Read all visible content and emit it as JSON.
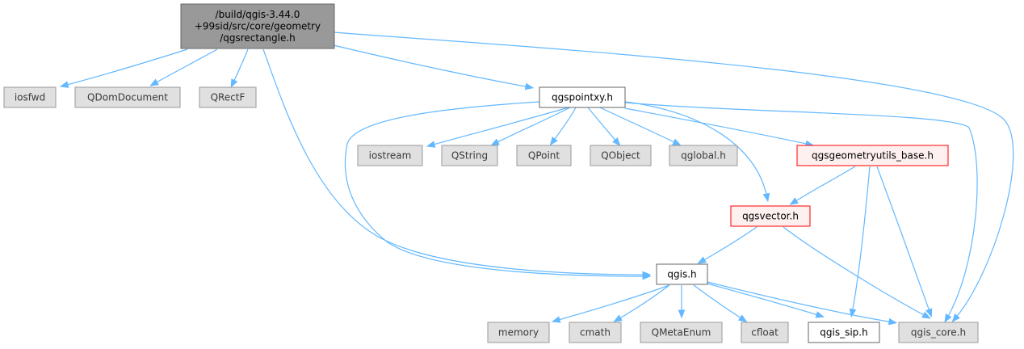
{
  "colors": {
    "edge": "#63b8ff",
    "root_fill": "#999999",
    "root_border": "#666666",
    "external_fill": "#e0e0e0",
    "external_border": "#999999",
    "local_fill": "#ffffff",
    "local_border": "#666666",
    "incomplete_fill": "#fff0f0",
    "incomplete_border": "#ff0000"
  },
  "nodes": {
    "root": {
      "lines": [
        "/build/qgis-3.44.0",
        "+99sid/src/core/geometry",
        "/qgsrectangle.h"
      ],
      "kind": "root"
    },
    "iosfwd": {
      "lines": [
        "iosfwd"
      ],
      "kind": "external"
    },
    "qdomdocument": {
      "lines": [
        "QDomDocument"
      ],
      "kind": "external"
    },
    "qrectf": {
      "lines": [
        "QRectF"
      ],
      "kind": "external"
    },
    "qgspointxy": {
      "lines": [
        "qgspointxy.h"
      ],
      "kind": "local"
    },
    "iostream": {
      "lines": [
        "iostream"
      ],
      "kind": "external"
    },
    "qstring": {
      "lines": [
        "QString"
      ],
      "kind": "external"
    },
    "qpoint": {
      "lines": [
        "QPoint"
      ],
      "kind": "external"
    },
    "qobject": {
      "lines": [
        "QObject"
      ],
      "kind": "external"
    },
    "qglobal": {
      "lines": [
        "qglobal.h"
      ],
      "kind": "external"
    },
    "qgsgeometryutils_base": {
      "lines": [
        "qgsgeometryutils_base.h"
      ],
      "kind": "incomplete"
    },
    "qgsvector": {
      "lines": [
        "qgsvector.h"
      ],
      "kind": "incomplete"
    },
    "qgis": {
      "lines": [
        "qgis.h"
      ],
      "kind": "local"
    },
    "memory": {
      "lines": [
        "memory"
      ],
      "kind": "external"
    },
    "cmath": {
      "lines": [
        "cmath"
      ],
      "kind": "external"
    },
    "qmetaenum": {
      "lines": [
        "QMetaEnum"
      ],
      "kind": "external"
    },
    "cfloat": {
      "lines": [
        "cfloat"
      ],
      "kind": "external"
    },
    "qgis_sip": {
      "lines": [
        "qgis_sip.h"
      ],
      "kind": "local"
    },
    "qgis_core": {
      "lines": [
        "qgis_core.h"
      ],
      "kind": "external"
    }
  },
  "edges": [
    {
      "from": "root",
      "to": "iosfwd"
    },
    {
      "from": "root",
      "to": "qdomdocument"
    },
    {
      "from": "root",
      "to": "qrectf"
    },
    {
      "from": "root",
      "to": "qgspointxy"
    },
    {
      "from": "root",
      "to": "qgis"
    },
    {
      "from": "root",
      "to": "qgis_core"
    },
    {
      "from": "qgspointxy",
      "to": "iostream"
    },
    {
      "from": "qgspointxy",
      "to": "qstring"
    },
    {
      "from": "qgspointxy",
      "to": "qpoint"
    },
    {
      "from": "qgspointxy",
      "to": "qobject"
    },
    {
      "from": "qgspointxy",
      "to": "qglobal"
    },
    {
      "from": "qgspointxy",
      "to": "qgsgeometryutils_base"
    },
    {
      "from": "qgspointxy",
      "to": "qgsvector"
    },
    {
      "from": "qgspointxy",
      "to": "qgis"
    },
    {
      "from": "qgspointxy",
      "to": "qgis_core"
    },
    {
      "from": "qgsgeometryutils_base",
      "to": "qgsvector"
    },
    {
      "from": "qgsgeometryutils_base",
      "to": "qgis_sip"
    },
    {
      "from": "qgsgeometryutils_base",
      "to": "qgis_core"
    },
    {
      "from": "qgsvector",
      "to": "qgis"
    },
    {
      "from": "qgsvector",
      "to": "qgis_core"
    },
    {
      "from": "qgis",
      "to": "memory"
    },
    {
      "from": "qgis",
      "to": "cmath"
    },
    {
      "from": "qgis",
      "to": "qmetaenum"
    },
    {
      "from": "qgis",
      "to": "cfloat"
    },
    {
      "from": "qgis",
      "to": "qgis_sip"
    },
    {
      "from": "qgis",
      "to": "qgis_core"
    }
  ]
}
